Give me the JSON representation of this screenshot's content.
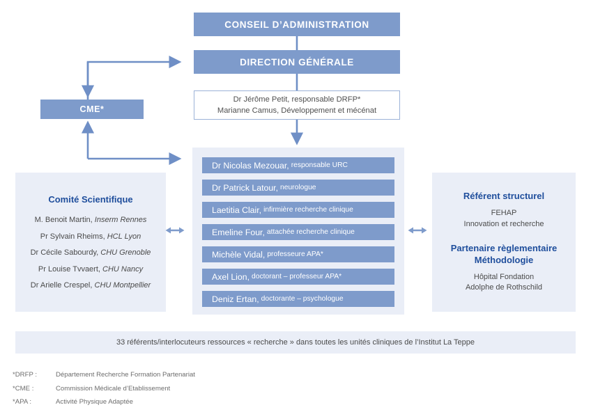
{
  "boxes": {
    "conseil": "CONSEIL D’ADMINISTRATION",
    "direction": "DIRECTION GÉNÉRALE",
    "cme": "CME*"
  },
  "drfp": {
    "line1": "Dr Jérôme Petit, responsable DRFP*",
    "line2": "Marianne Camus, Développement et mécénat"
  },
  "committee": {
    "title": "Comité Scientifique",
    "members": [
      {
        "name": "M. Benoit Martin,",
        "org": "Inserm Rennes"
      },
      {
        "name": "Pr Sylvain Rheims,",
        "org": "HCL Lyon"
      },
      {
        "name": "Dr Cécile Sabourdy,",
        "org": "CHU Grenoble"
      },
      {
        "name": "Pr Louise Tvvaert,",
        "org": "CHU Nancy"
      },
      {
        "name": "Dr Arielle Crespel,",
        "org": "CHU Montpellier"
      }
    ]
  },
  "team": {
    "members": [
      {
        "name": "Dr Nicolas Mezouar,",
        "role": "responsable URC"
      },
      {
        "name": "Dr Patrick Latour,",
        "role": "neurologue"
      },
      {
        "name": "Laetitia Clair,",
        "role": "infirmière recherche clinique"
      },
      {
        "name": "Emeline Four,",
        "role": "attachée recherche clinique"
      },
      {
        "name": "Michèle Vidal,",
        "role": "professeure APA*"
      },
      {
        "name": "Axel Lion,",
        "role": "doctorant – professeur APA*"
      },
      {
        "name": "Deniz Ertan,",
        "role": "doctorante – psychologue"
      }
    ]
  },
  "partners": {
    "structural": {
      "title": "Référent structurel",
      "line1": "FEHAP",
      "line2": "Innovation et recherche"
    },
    "regulatory": {
      "title_line1": "Partenaire règlementaire",
      "title_line2": "Méthodologie",
      "line1": "Hôpital Fondation",
      "line2": "Adolphe de Rothschild"
    }
  },
  "bottom_bar": {
    "text": "33 référents/interlocuteurs ressources « recherche » dans toutes les unités cliniques de l’Institut La Teppe"
  },
  "footnotes": [
    {
      "key": "*DRFP :",
      "text": "Département Recherche Formation Partenariat"
    },
    {
      "key": "*CME :",
      "text": "Commission Médicale d’Etablissement"
    },
    {
      "key": "*APA :",
      "text": "Activité Physique Adaptée"
    }
  ],
  "colors": {
    "blue_fill": "#7E9BCB",
    "panel_fill": "#EAEEF7",
    "title_blue": "#1F4E9C",
    "connector_blue": "#6F8FC6",
    "outline_blue": "#9BB2D8"
  }
}
